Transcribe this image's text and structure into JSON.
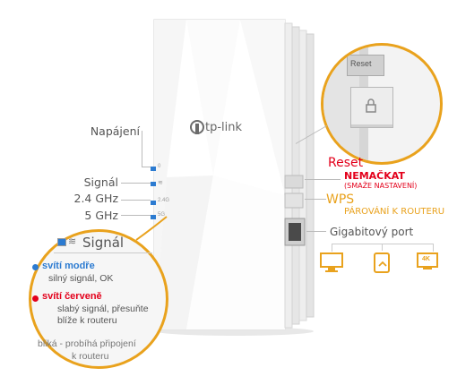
{
  "device": {
    "brand": "tp-link"
  },
  "left_labels": {
    "power": "Napájení",
    "signal": "Signál",
    "band_24": "2.4 GHz",
    "band_5": "5 GHz"
  },
  "led_labels": {
    "power": "0",
    "band_24": "2.4G",
    "band_5": "5G"
  },
  "right_labels": {
    "reset_title": "Reset",
    "reset_action": "NEMAČKAT",
    "reset_note": "(SMAŽE NASTAVENÍ)",
    "wps_title": "WPS",
    "wps_action": "PÁROVÁNÍ K ROUTERU",
    "gigabit_port": "Gigabitový port"
  },
  "magnifier_top": {
    "reset_label": "Reset"
  },
  "signal_info": {
    "title": "Signál",
    "blue_title": "svítí modře",
    "blue_text": "silný signál, OK",
    "red_title": "svítí červeně",
    "red_text_1": "slabý signál, přesuňte",
    "red_text_2": "blíže k routeru",
    "blink_text_1": "bliká - probíhá připojení",
    "blink_text_2": "k routeru"
  },
  "colors": {
    "accent": "#e9a21d",
    "red": "#e3001b",
    "blue": "#2c7bd1",
    "orange_icons": "#e9a21d"
  },
  "icons": [
    "monitor-icon",
    "tablet-icon",
    "tv-4k-icon"
  ],
  "tv_icon_text": "4K"
}
